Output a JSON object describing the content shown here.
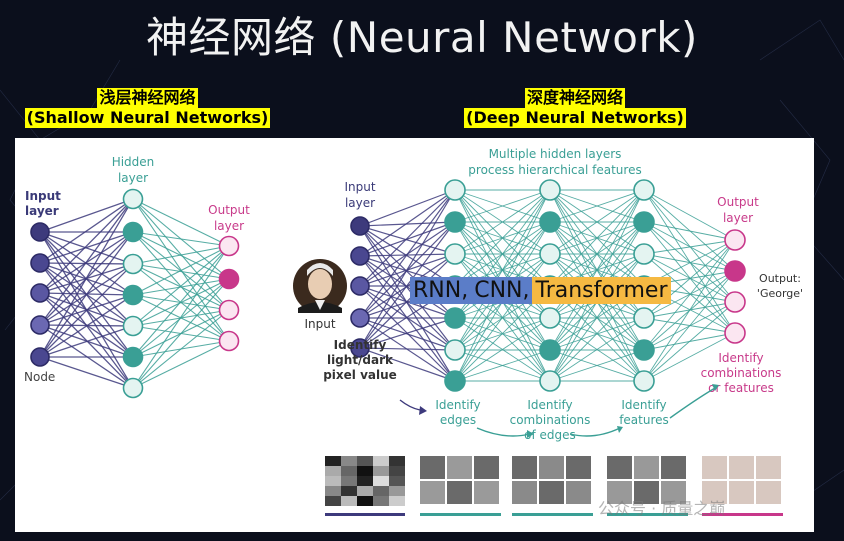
{
  "title": "神经网络 (Neural Network)",
  "shallow": {
    "caption_cn": "浅层神经网络",
    "caption_en": "(Shallow Neural Networks)",
    "input_label": [
      "Input",
      "layer"
    ],
    "hidden_label": [
      "Hidden",
      "layer"
    ],
    "output_label": [
      "Output",
      "layer"
    ],
    "node_label": "Node"
  },
  "deep": {
    "caption_cn": "深度神经网络",
    "caption_en": "(Deep Neural Networks)",
    "header": [
      "Multiple hidden layers",
      "process hierarchical features"
    ],
    "input_label": [
      "Input",
      "layer"
    ],
    "output_label": [
      "Output",
      "layer"
    ],
    "photo_label": "Input",
    "output_value": [
      "Output:",
      "'George'"
    ],
    "step1": [
      "Identify",
      "light/dark",
      "pixel value"
    ],
    "step2": [
      "Identify",
      "edges"
    ],
    "step3": [
      "Identify",
      "combinations",
      "of edges"
    ],
    "step4": [
      "Identify",
      "features"
    ],
    "step5": [
      "Identify",
      "combinations",
      "or features"
    ]
  },
  "overlay": {
    "rnn": "RNN,",
    "cnn": "CNN,",
    "transformer": "Transformer"
  },
  "watermark": "公众号 · 质量之巅",
  "colors": {
    "teal": "#3a9f95",
    "navy": "#3d3a7c",
    "pink": "#c8378a",
    "highlight": "#ffff00"
  }
}
